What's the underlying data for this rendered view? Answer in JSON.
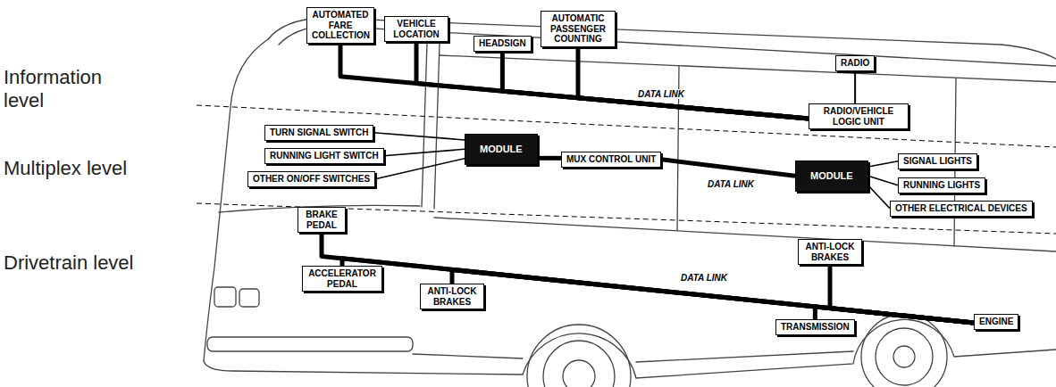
{
  "diagram": {
    "nodes": [
      {
        "text": [
          "AUTOMATED FARE COLLECTION"
        ]
      },
      {
        "text": [
          "VEHICLE LOCATION"
        ]
      },
      {
        "text": [
          "HEADSIGN"
        ]
      },
      {
        "text": [
          "AUTOMATIC PASSENGER COUNTING"
        ]
      },
      {
        "text": [
          "RADIO"
        ]
      },
      {
        "text": [
          "RADIO/VEHICLE LOGIC UNIT"
        ]
      },
      {
        "text": [
          "TURN SIGNAL SWITCH"
        ]
      },
      {
        "text": [
          "RUNNING LIGHT SWITCH"
        ]
      },
      {
        "text": [
          "OTHER ON/OFF SWITCHES"
        ]
      },
      {
        "text": [
          "MODULE"
        ]
      },
      {
        "text": [
          "MUX CONTROL UNIT"
        ]
      },
      {
        "text": [
          "MODULE"
        ]
      },
      {
        "text": [
          "SIGNAL LIGHTS"
        ]
      },
      {
        "text": [
          "RUNNING LIGHTS"
        ]
      },
      {
        "text": [
          "OTHER ELECTRICAL DEVICES"
        ]
      },
      {
        "text": [
          "BRAKE PEDAL"
        ]
      },
      {
        "text": [
          "ACCELERATOR PEDAL"
        ]
      },
      {
        "text": [
          "ANTI-LOCK BRAKES"
        ]
      },
      {
        "text": [
          "ANTI-LOCK BRAKES"
        ]
      },
      {
        "text": [
          "TRANSMISSION"
        ]
      },
      {
        "text": [
          "ENGINE"
        ]
      }
    ],
    "edges": [
      {
        "from": 0,
        "to": 5,
        "arrow": "none"
      },
      {
        "from": 1,
        "to": 5,
        "arrow": "none"
      },
      {
        "from": 2,
        "to": 5,
        "arrow": "none"
      },
      {
        "from": 3,
        "to": 5,
        "label": "DATA LINK",
        "arrow": "none"
      },
      {
        "from": 4,
        "to": 5,
        "arrow": "none"
      },
      {
        "from": 6,
        "to": 9,
        "arrow": "none"
      },
      {
        "from": 7,
        "to": 9,
        "arrow": "none"
      },
      {
        "from": 8,
        "to": 9,
        "arrow": "none"
      },
      {
        "from": 9,
        "to": 10,
        "arrow": "none"
      },
      {
        "from": 10,
        "to": 11,
        "label": "DATA LINK",
        "arrow": "none"
      },
      {
        "from": 11,
        "to": 12,
        "arrow": "none"
      },
      {
        "from": 11,
        "to": 13,
        "arrow": "none"
      },
      {
        "from": 11,
        "to": 14,
        "arrow": "none"
      },
      {
        "from": 15,
        "to": 20,
        "arrow": "none"
      },
      {
        "from": 16,
        "to": 20,
        "label": "DATA LINK",
        "arrow": "none"
      },
      {
        "from": 17,
        "to": 20,
        "arrow": "none"
      },
      {
        "from": 18,
        "to": 20,
        "arrow": "none"
      },
      {
        "from": 19,
        "to": 20,
        "arrow": "none"
      }
    ],
    "labels": [
      "Information level",
      "Multiplex level",
      "Drivetrain level"
    ]
  }
}
